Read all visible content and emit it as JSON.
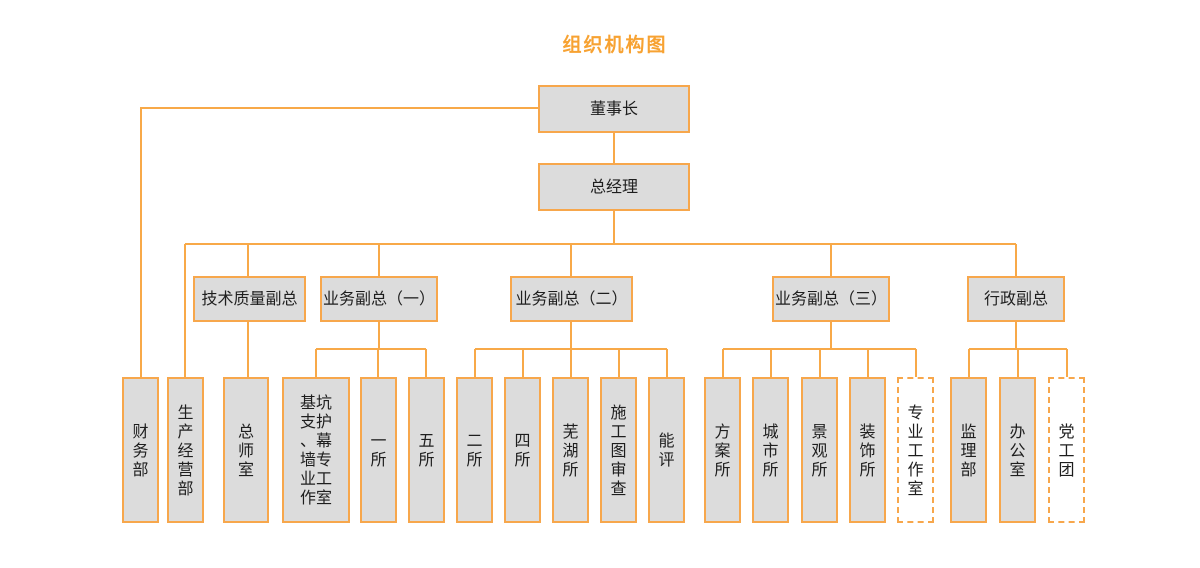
{
  "title": "组织机构图",
  "colors": {
    "accent_orange": "#F7A74C",
    "title_orange": "#F7A232",
    "node_fill": "#DCDCDC",
    "node_text": "#1E1E1E",
    "background": "#FFFFFF"
  },
  "top": {
    "chairman": "董事长",
    "general_manager": "总经理"
  },
  "deputies": [
    {
      "label": "技术质量副总"
    },
    {
      "label": "业务副总（一）"
    },
    {
      "label": "业务副总（二）"
    },
    {
      "label": "业务副总（三）"
    },
    {
      "label": "行政副总"
    }
  ],
  "departments": [
    {
      "label": "财务部",
      "style": "solid",
      "reports_to": "chairman"
    },
    {
      "label": "生产经营部",
      "style": "solid",
      "reports_to": "general_manager"
    },
    {
      "label": "总师室",
      "style": "solid",
      "reports_to": "技术质量副总"
    },
    {
      "label": "基坑支护、幕墙专业工作室",
      "style": "solid",
      "reports_to": "业务副总（一）"
    },
    {
      "label": "一所",
      "style": "solid",
      "reports_to": "业务副总（一）"
    },
    {
      "label": "五所",
      "style": "solid",
      "reports_to": "业务副总（一）"
    },
    {
      "label": "二所",
      "style": "solid",
      "reports_to": "业务副总（二）"
    },
    {
      "label": "四所",
      "style": "solid",
      "reports_to": "业务副总（二）"
    },
    {
      "label": "芜湖所",
      "style": "solid",
      "reports_to": "业务副总（二）"
    },
    {
      "label": "施工图审查",
      "style": "solid",
      "reports_to": "业务副总（二）"
    },
    {
      "label": "能评",
      "style": "solid",
      "reports_to": "业务副总（二）"
    },
    {
      "label": "方案所",
      "style": "solid",
      "reports_to": "业务副总（三）"
    },
    {
      "label": "城市所",
      "style": "solid",
      "reports_to": "业务副总（三）"
    },
    {
      "label": "景观所",
      "style": "solid",
      "reports_to": "业务副总（三）"
    },
    {
      "label": "装饰所",
      "style": "solid",
      "reports_to": "业务副总（三）"
    },
    {
      "label": "专业工作室",
      "style": "dashed",
      "reports_to": "业务副总（三）"
    },
    {
      "label": "监理部",
      "style": "solid",
      "reports_to": "行政副总"
    },
    {
      "label": "办公室",
      "style": "solid",
      "reports_to": "行政副总"
    },
    {
      "label": "党工团",
      "style": "dashed",
      "reports_to": "行政副总"
    }
  ]
}
